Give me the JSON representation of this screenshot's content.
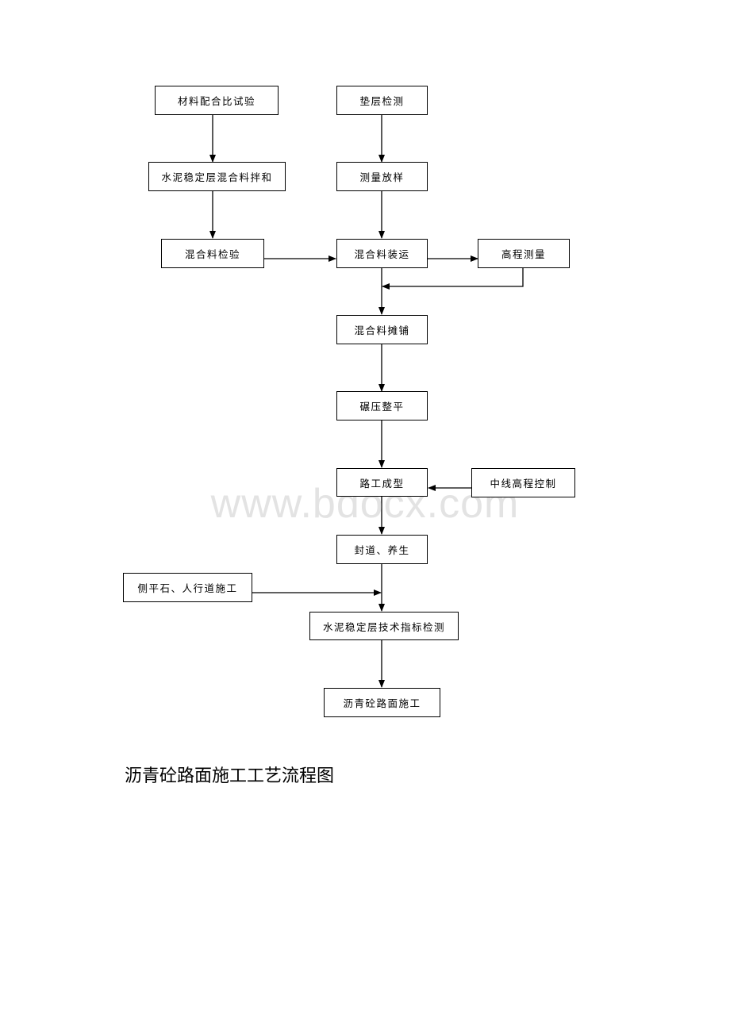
{
  "flowchart": {
    "nodes": {
      "material_test": "材料配合比试验",
      "base_check": "垫层检测",
      "cement_mix": "水泥稳定层混合料拌和",
      "survey_layout": "测量放样",
      "mix_inspect": "混合料检验",
      "mix_transport": "混合料装运",
      "elevation_survey": "高程测量",
      "mix_spread": "混合料摊铺",
      "roll_level": "碾压整平",
      "road_form": "路工成型",
      "centerline_control": "中线高程控制",
      "seal_cure": "封道、养生",
      "curb_sidewalk": "侧平石、人行道施工",
      "tech_index_test": "水泥稳定层技术指标检测",
      "asphalt_paving": "沥青砼路面施工"
    }
  },
  "watermark": "www.bdocx.com",
  "caption": "沥青砼路面施工工艺流程图"
}
